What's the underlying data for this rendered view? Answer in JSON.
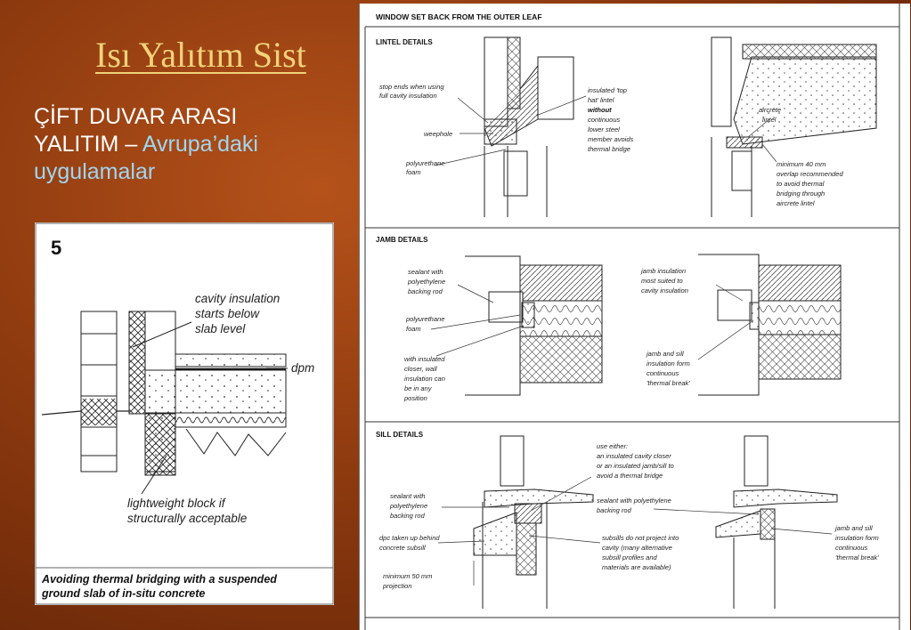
{
  "slide": {
    "title": "Isı Yalıtım Sist",
    "text_line1": "ÇİFT DUVAR ARASI",
    "text_line2_a": "YALITIM – ",
    "text_line2_b": "Avrupa’daki",
    "text_line3": "uygulamalar"
  },
  "left_figure": {
    "number": "5",
    "label_cavity_1": "cavity insulation",
    "label_cavity_2": "starts below",
    "label_cavity_3": "slab level",
    "label_dpm": "dpm",
    "label_block_1": "lightweight block if",
    "label_block_2": "structurally acceptable",
    "caption_1": "Avoiding thermal bridging with a suspended",
    "caption_2": "ground slab of in-situ concrete"
  },
  "right_sheet": {
    "header": "WINDOW SET BACK FROM THE OUTER LEAF",
    "lintel": {
      "heading": "LINTEL DETAILS",
      "stop_1": "stop ends when using",
      "stop_2": "full cavity insulation",
      "weephole": "weephole",
      "foam_1": "polyurethane",
      "foam_2": "foam",
      "hat_1": "insulated 'top",
      "hat_2": "hat' lintel",
      "hat_3": "without",
      "hat_4": "continuous",
      "hat_5": "lower steel",
      "hat_6": "member avoids",
      "hat_7": "thermal bridge",
      "aircrete_1": "aircrete",
      "aircrete_2": "lintel",
      "min_1": "minimum 40 mm",
      "min_2": "overlap recommended",
      "min_3": "to avoid thermal",
      "min_4": "bridging through",
      "min_5": "aircrete lintel"
    },
    "jamb": {
      "heading": "JAMB DETAILS",
      "sealant_1": "sealant with",
      "sealant_2": "polyethylene",
      "sealant_3": "backing rod",
      "foam_1": "polyurethane",
      "foam_2": "foam",
      "closer_1": "with insulated",
      "closer_2": "closer, wall",
      "closer_3": "insulation can",
      "closer_4": "be in any",
      "closer_5": "position",
      "jins_1": "jamb insulation",
      "jins_2": "most suited to",
      "jins_3": "cavity insulation",
      "break_1": "jamb and sill",
      "break_2": "insulation form",
      "break_3": "continuous",
      "break_4": "'thermal break'"
    },
    "sill": {
      "heading": "SILL DETAILS",
      "either_1": "use either:",
      "either_2": "an insulated cavity closer",
      "either_3": "or an insulated jamb/sill to",
      "either_4": "avoid a thermal bridge",
      "sealant_1": "sealant with",
      "sealant_2": "polyethylene",
      "sealant_3": "backing rod",
      "dpc_1": "dpc taken up behind",
      "dpc_2": "concrete subsill",
      "min_1": "minimum 50 mm",
      "min_2": "projection",
      "sealant_r": "sealant with polyethylene",
      "sealant_r2": "backing rod",
      "subsill_1": "subsills do not project into",
      "subsill_2": "cavity (many alternative",
      "subsill_3": "subsill profiles and",
      "subsill_4": "materials are available)",
      "break_1": "jamb and sill",
      "break_2": "insulation form",
      "break_3": "continuous",
      "break_4": "'thermal break'"
    }
  }
}
